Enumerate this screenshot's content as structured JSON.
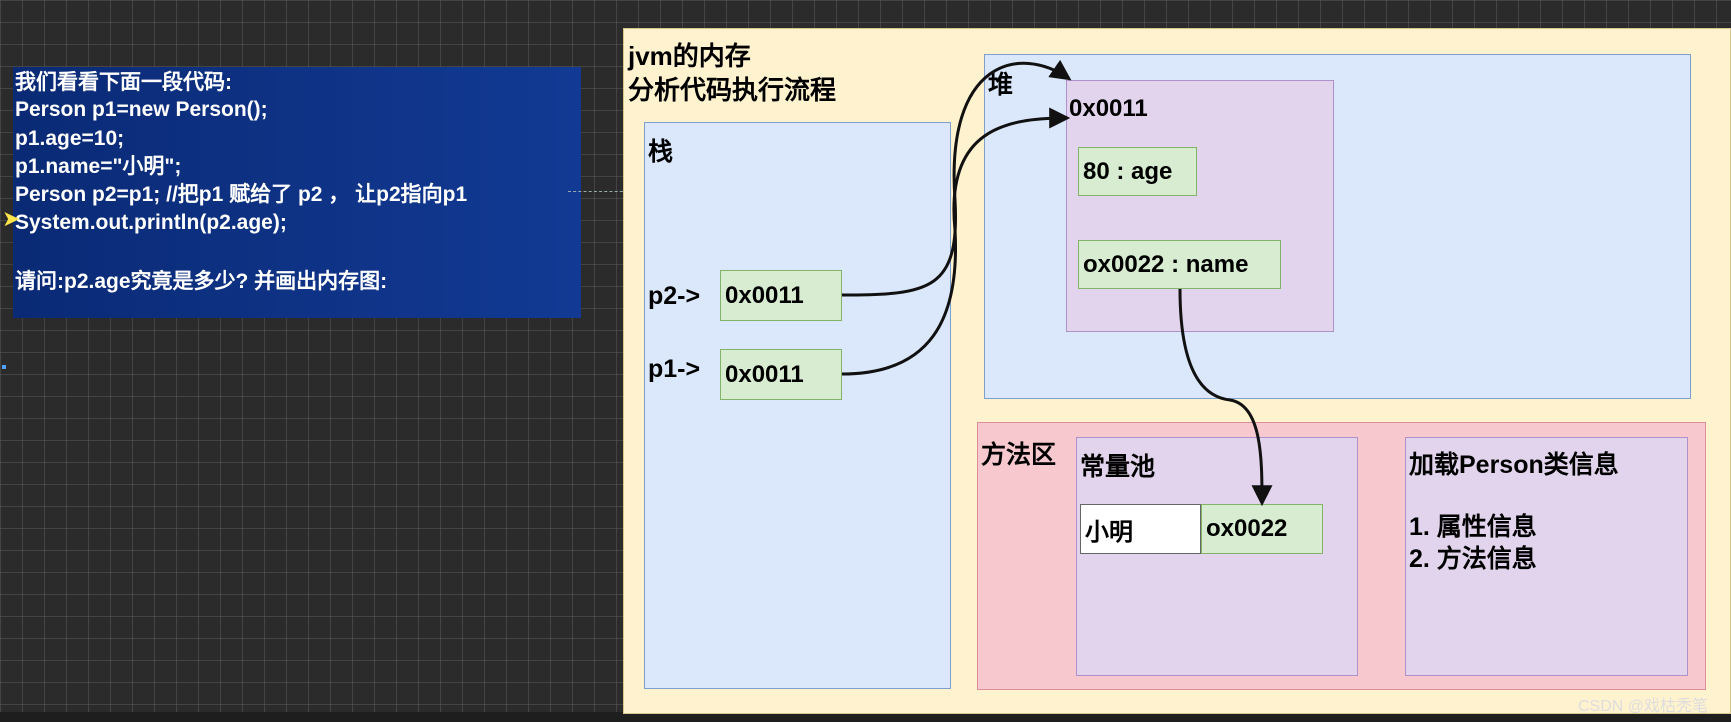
{
  "code_panel": {
    "lines": [
      "我们看看下面一段代码:",
      "Person p1=new Person();",
      "p1.age=10;",
      "p1.name=\"小明\";",
      "Person p2=p1; //把p1 赋给了 p2 ， 让p2指向p1",
      "System.out.println(p2.age);",
      "",
      "请问:p2.age究竟是多少? 并画出内存图:"
    ]
  },
  "jvm": {
    "title_line1": "jvm的内存",
    "title_line2": "分析代码执行流程"
  },
  "stack": {
    "label": "栈",
    "p2_label": "p2->",
    "p2_value": "0x0011",
    "p1_label": "p1->",
    "p1_value": "0x0011"
  },
  "heap": {
    "label": "堆",
    "object_address": "0x0011",
    "age_field": "80 : age",
    "name_field": "ox0022 : name"
  },
  "method_area": {
    "label": "方法区",
    "constant_pool": {
      "label": "常量池",
      "string_value": "小明",
      "string_address": "ox0022"
    },
    "class_info": {
      "title": "加载Person类信息",
      "item1": "1. 属性信息",
      "item2": "2. 方法信息"
    }
  },
  "watermark": "CSDN @戏枯秃笔",
  "colors": {
    "code_panel_bg": "#0b2c7a",
    "jvm_bg": "#fff3cf",
    "region_blue": "#dbe7fb",
    "region_purple": "#e2d4ec",
    "region_pink": "#f7c9cf",
    "cell_green": "#d7ecd1"
  }
}
